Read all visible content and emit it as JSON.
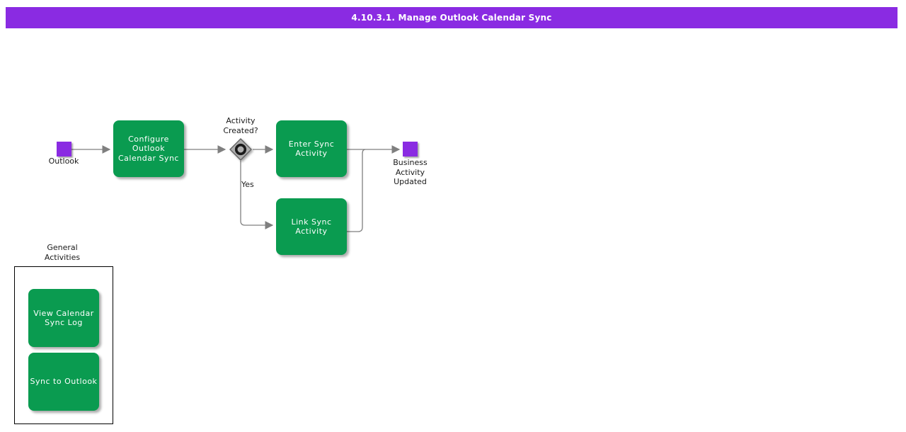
{
  "title": "4.10.3.1. Manage Outlook Calendar Sync",
  "colors": {
    "accent_purple": "#8A2BE2",
    "process_green": "#0A9B50",
    "connector_gray": "#7F7F7F",
    "decision_fill": "#ADADAD",
    "decision_border": "#636363",
    "decision_ring": "#1A1A1A",
    "title_text": "#FFFFFF"
  },
  "flow": {
    "start_event": {
      "label": "Outlook"
    },
    "steps": {
      "configure": {
        "label": "Configure\nOutlook\nCalendar Sync"
      },
      "enter_sync": {
        "label": "Enter Sync\nActivity"
      },
      "link_sync": {
        "label": "Link Sync\nActivity"
      }
    },
    "decision": {
      "label": "Activity\nCreated?",
      "branch_yes": "Yes"
    },
    "end_event": {
      "label": "Business\nActivity\nUpdated"
    }
  },
  "general_activities": {
    "title": "General\nActivities",
    "items": {
      "view_log": {
        "label": "View Calendar\nSync Log"
      },
      "sync_outlook": {
        "label": "Sync to Outlook"
      }
    }
  }
}
